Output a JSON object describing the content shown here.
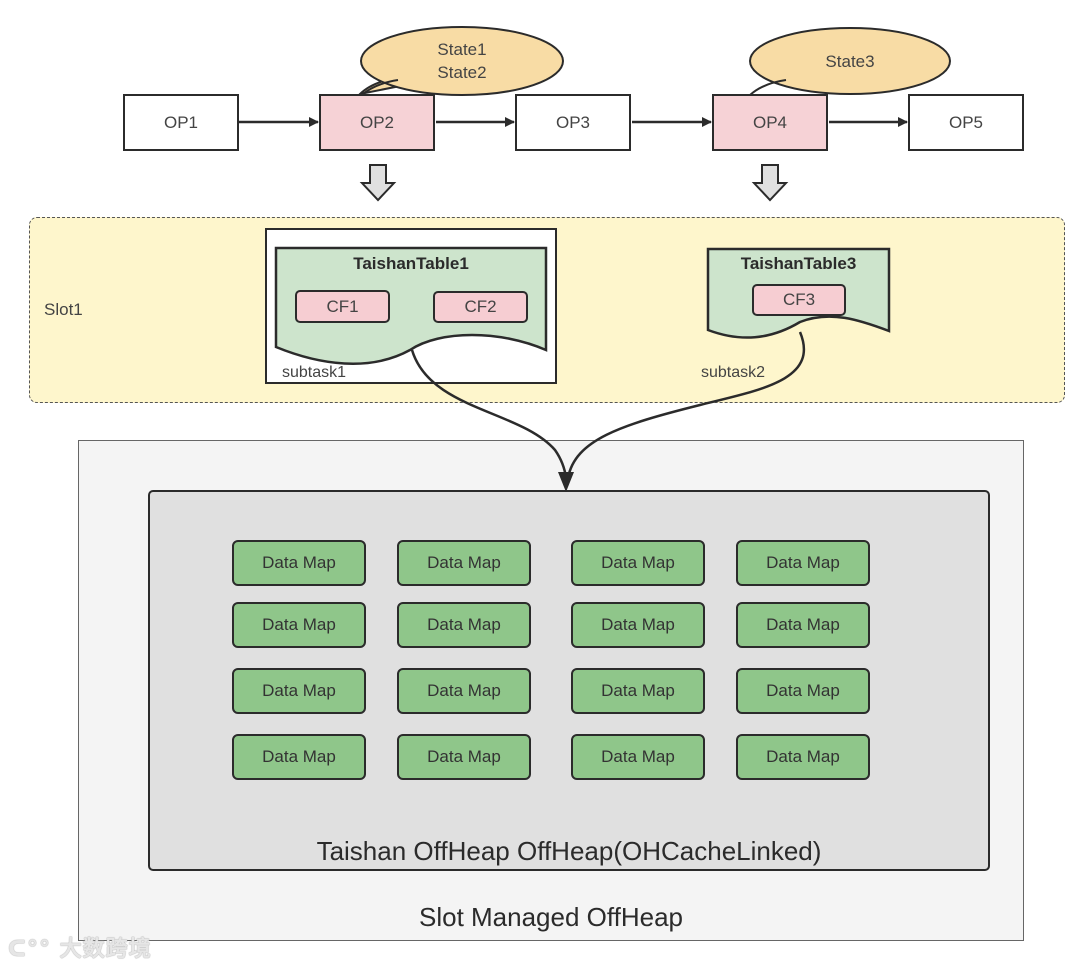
{
  "operators": [
    {
      "id": "op1",
      "label": "OP1",
      "stateful": false
    },
    {
      "id": "op2",
      "label": "OP2",
      "stateful": true
    },
    {
      "id": "op3",
      "label": "OP3",
      "stateful": false
    },
    {
      "id": "op4",
      "label": "OP4",
      "stateful": true
    },
    {
      "id": "op5",
      "label": "OP5",
      "stateful": false
    }
  ],
  "states": {
    "op2": [
      "State1",
      "State2"
    ],
    "op4": [
      "State3"
    ]
  },
  "slot": {
    "label": "Slot1",
    "subtasks": [
      {
        "label": "subtask1",
        "table": "TaishanTable1",
        "column_families": [
          "CF1",
          "CF2"
        ]
      },
      {
        "label": "subtask2",
        "table": "TaishanTable3",
        "column_families": [
          "CF3"
        ]
      }
    ]
  },
  "offheap": {
    "inner_label": "Taishan OffHeap OffHeap(OHCacheLinked)",
    "outer_label": "Slot Managed OffHeap",
    "data_map_label": "Data Map",
    "grid_rows": 4,
    "grid_cols": 4
  },
  "colors": {
    "stateful_op": "#f6d2d6",
    "state_bubble": "#f8dca5",
    "slot_zone": "#fef6cc",
    "table": "#cde4cc",
    "column_family": "#f6cdd2",
    "data_map": "#8fc68a",
    "inner_heap": "#e0e0e0",
    "outer_heap": "#f4f4f4"
  },
  "watermark": "大数跨境"
}
